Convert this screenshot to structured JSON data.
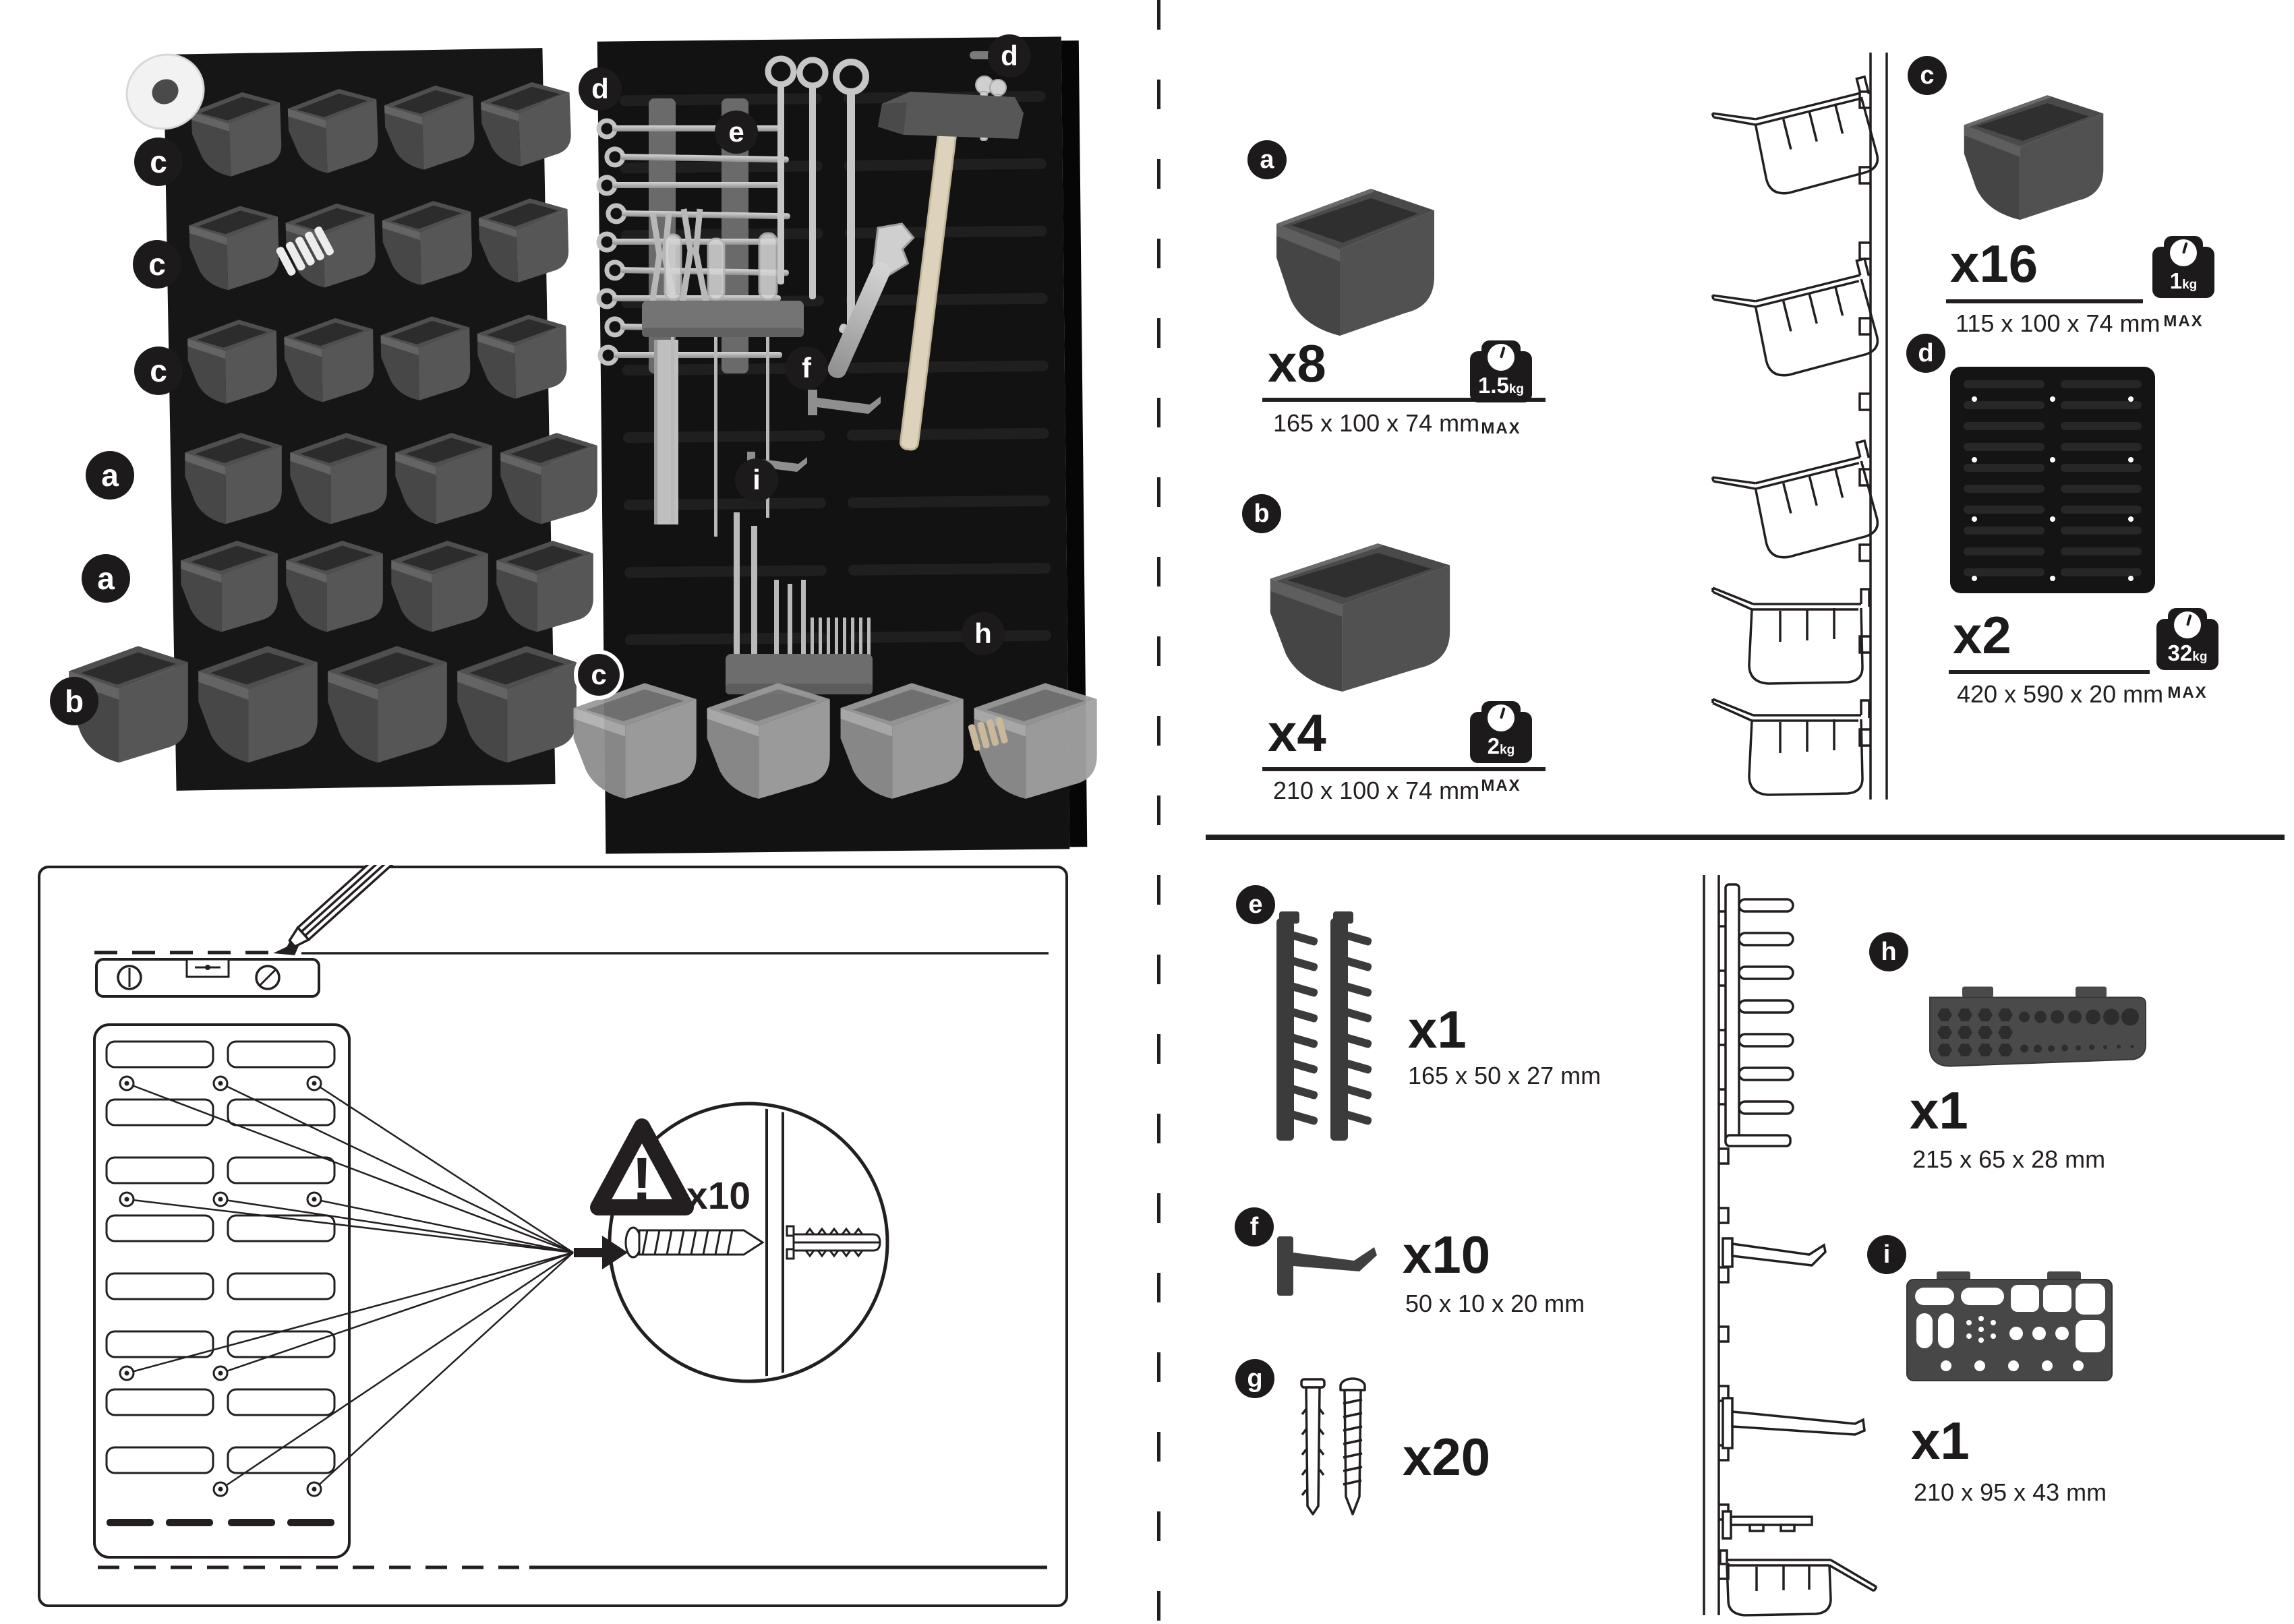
{
  "page": {
    "ink": "#231f20",
    "panel_black": "#141414",
    "bin_gray": "#6e6e6e"
  },
  "photo": {
    "badges": {
      "c1": "c",
      "c2": "c",
      "c3": "c",
      "a1": "a",
      "a2": "a",
      "b1": "b",
      "d1": "d",
      "d2": "d",
      "e": "e",
      "f": "f",
      "i": "i",
      "h": "h",
      "c4": "c"
    }
  },
  "parts": {
    "a": {
      "letter": "a",
      "qty": "x8",
      "dims": "165 x 100 x 74 mm",
      "max_value": "1.5",
      "max_unit": "kg",
      "max_label": "MAX"
    },
    "b": {
      "letter": "b",
      "qty": "x4",
      "dims": "210 x 100 x 74 mm",
      "max_value": "2",
      "max_unit": "kg",
      "max_label": "MAX"
    },
    "c": {
      "letter": "c",
      "qty": "x16",
      "dims": "115 x 100 x 74 mm",
      "max_value": "1",
      "max_unit": "kg",
      "max_label": "MAX"
    },
    "d": {
      "letter": "d",
      "qty": "x2",
      "dims": "420 x 590 x 20 mm",
      "max_value": "32",
      "max_unit": "kg",
      "max_label": "MAX"
    },
    "e": {
      "letter": "e",
      "qty": "x1",
      "dims": "165 x 50 x 27 mm"
    },
    "f": {
      "letter": "f",
      "qty": "x10",
      "dims": "50 x 10 x 20 mm"
    },
    "g": {
      "letter": "g",
      "qty": "x20"
    },
    "h": {
      "letter": "h",
      "qty": "x1",
      "dims": "215 x 65 x 28 mm"
    },
    "i": {
      "letter": "i",
      "qty": "x1",
      "dims": "210 x 95 x 43 mm"
    }
  },
  "mounting": {
    "warning_mark": "!",
    "screws_qty": "x10"
  }
}
